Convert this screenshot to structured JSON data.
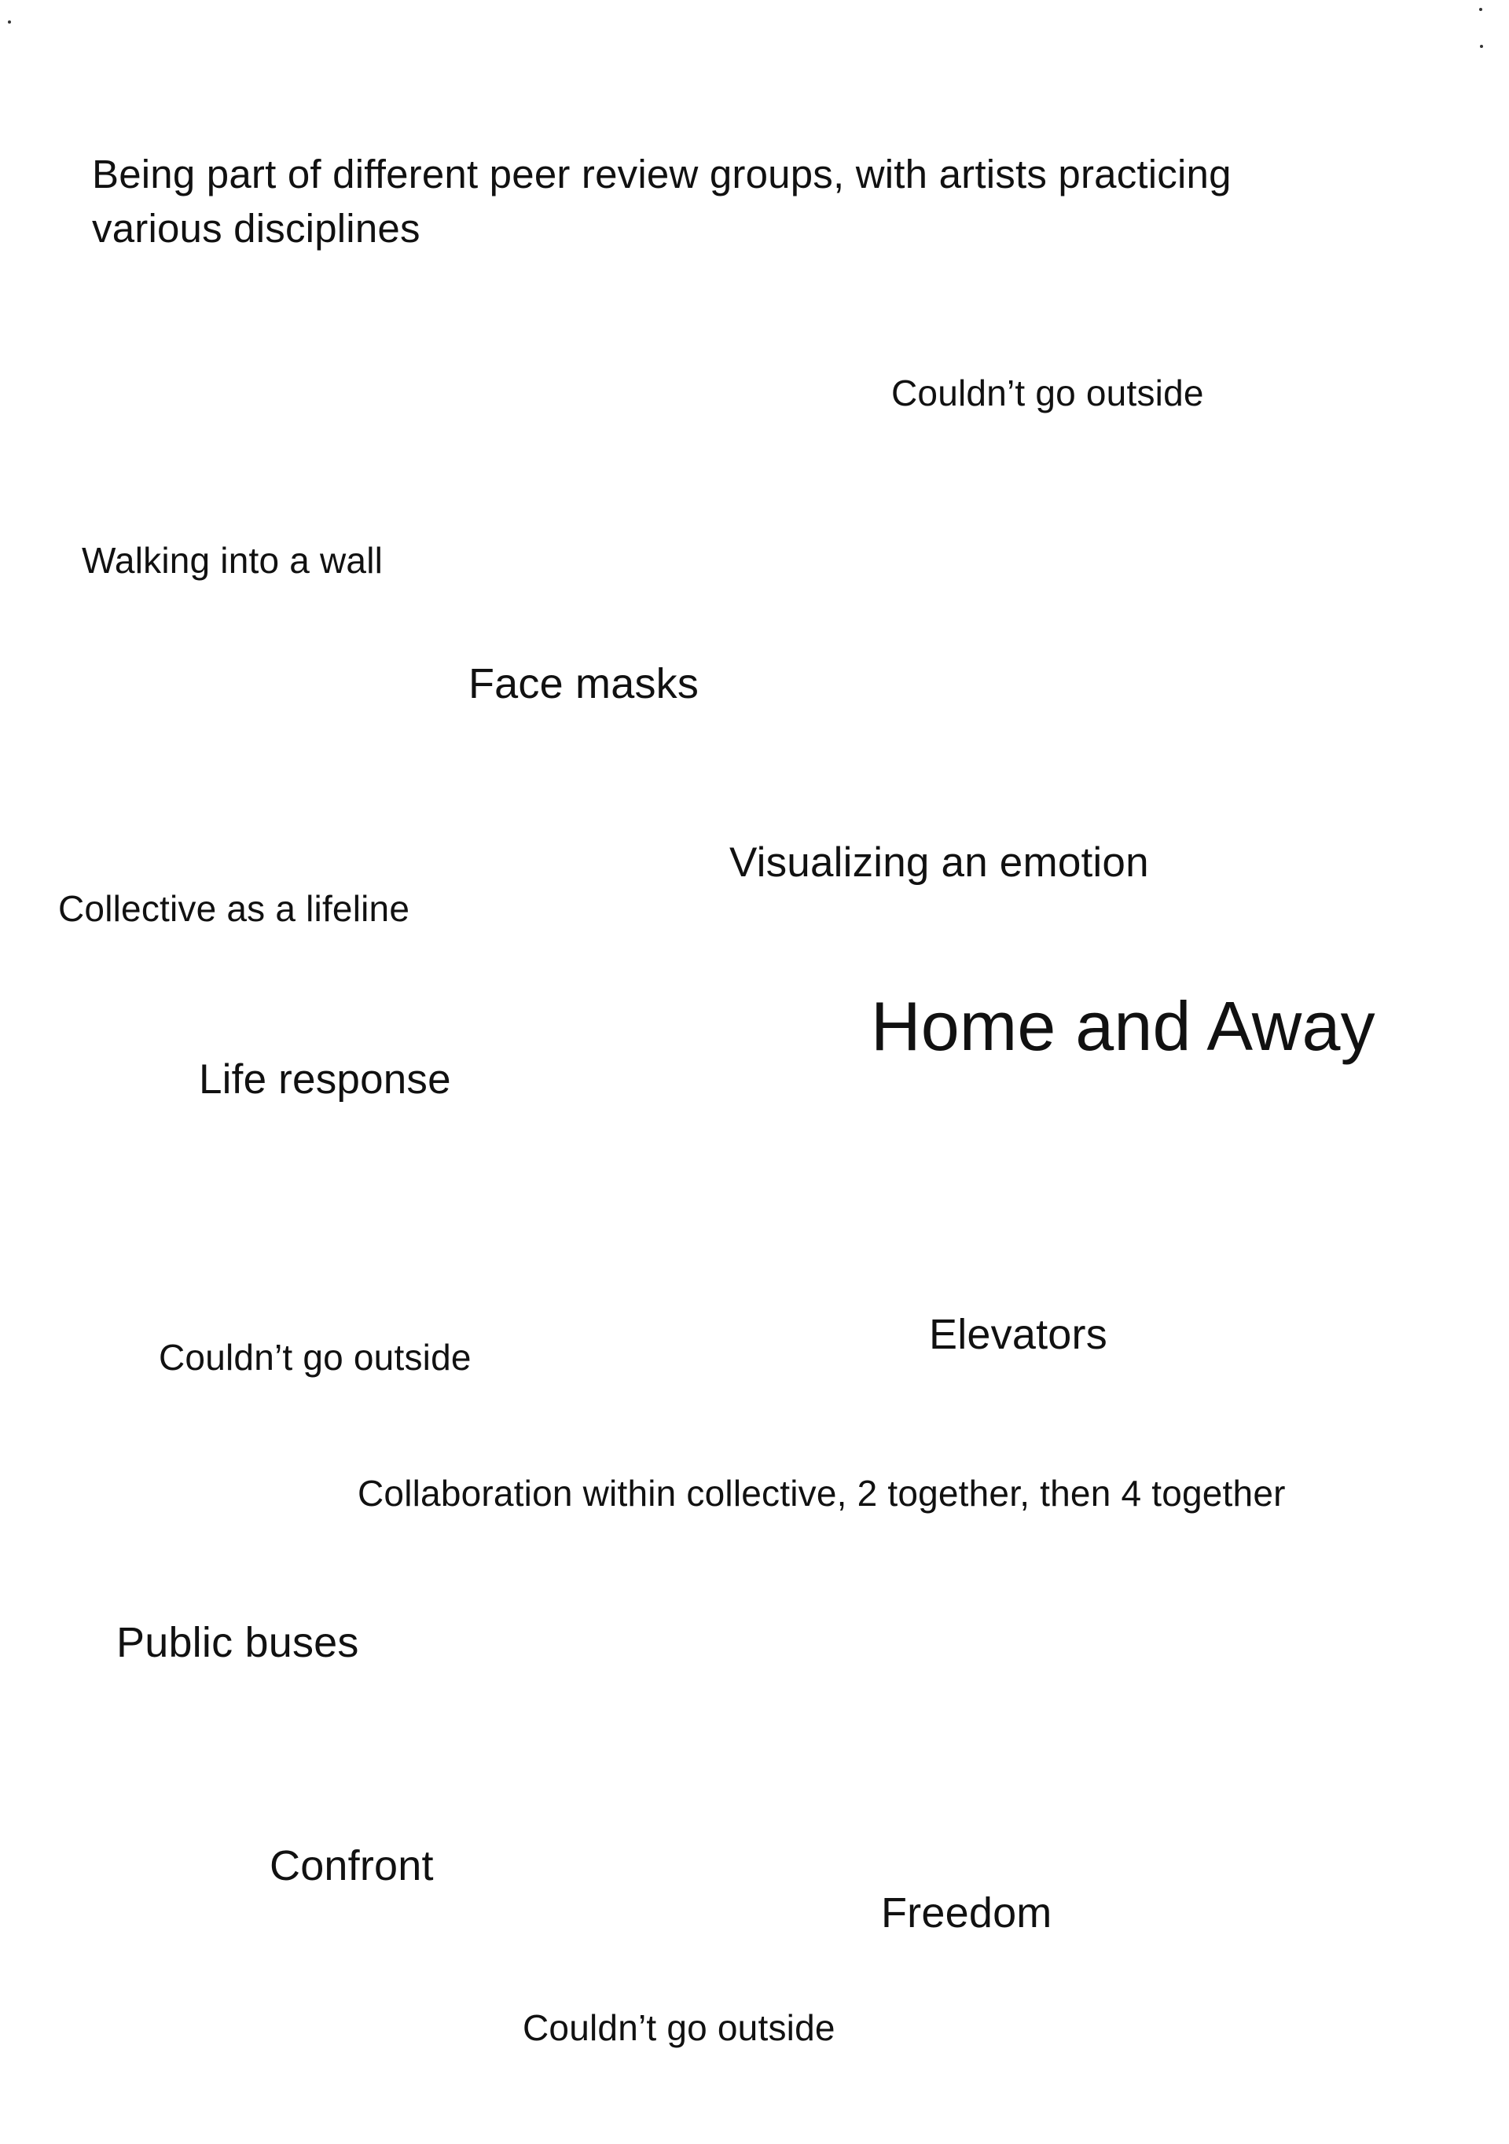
{
  "phrases": {
    "intro_line1": "Being part of different peer review groups, with artists practicing",
    "intro_line2": "various disciplines",
    "couldnt_go_outside_1": "Couldn’t go outside",
    "walking_into_a_wall": "Walking into a wall",
    "face_masks": "Face masks",
    "visualizing_an_emotion": "Visualizing an emotion",
    "collective_as_a_lifeline": "Collective as a lifeline",
    "home_and_away": "Home and Away",
    "life_response": "Life response",
    "couldnt_go_outside_2": "Couldn’t go outside",
    "elevators": "Elevators",
    "collaboration": "Collaboration within collective, 2 together, then 4 together",
    "public_buses": "Public buses",
    "confront": "Confront",
    "freedom": "Freedom",
    "couldnt_go_outside_3": "Couldn’t go outside"
  }
}
